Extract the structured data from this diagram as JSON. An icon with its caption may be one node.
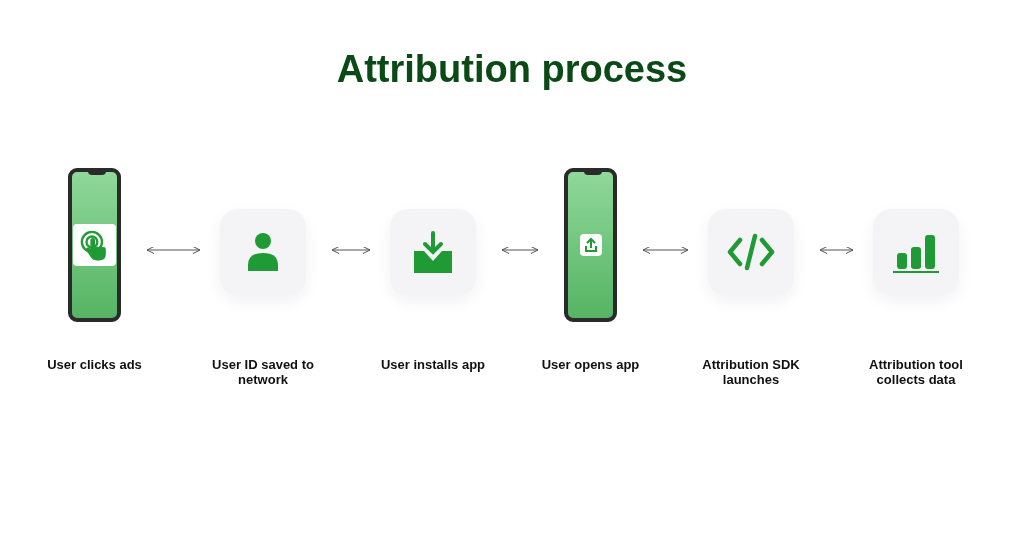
{
  "diagram": {
    "title": "Attribution process",
    "nodes": [
      {
        "text": [
          "User clicks ads"
        ]
      },
      {
        "text": [
          "User ID saved to network"
        ]
      },
      {
        "text": [
          "User installs app"
        ]
      },
      {
        "text": [
          "User opens app"
        ]
      },
      {
        "text": [
          "Attribution SDK launches"
        ]
      },
      {
        "text": [
          "Attribution tool collects data"
        ]
      }
    ],
    "edges": [
      {
        "from": 0,
        "to": 1,
        "arrow": "both"
      },
      {
        "from": 1,
        "to": 2,
        "arrow": "both"
      },
      {
        "from": 2,
        "to": 3,
        "arrow": "both"
      },
      {
        "from": 3,
        "to": 4,
        "arrow": "both"
      },
      {
        "from": 4,
        "to": 5,
        "arrow": "both"
      }
    ]
  }
}
